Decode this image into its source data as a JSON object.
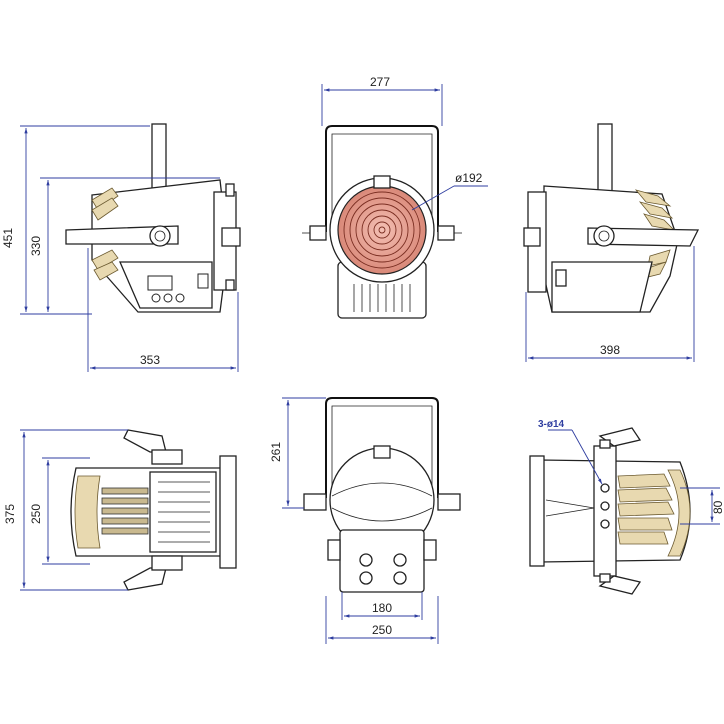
{
  "views": {
    "side_left": {
      "height_total": "451",
      "height_body": "330",
      "length": "353"
    },
    "front": {
      "width_yoke": "277",
      "lens_diameter": "ø192"
    },
    "side_right": {
      "length": "398"
    },
    "top": {
      "depth": "375",
      "depth_inner": "250"
    },
    "rear": {
      "height": "261",
      "width_outer": "250",
      "width_inner": "180"
    },
    "yoke_detail": {
      "holes": "3-ø14",
      "hole_spacing": "80"
    }
  },
  "colors": {
    "dimension": "#2f3ea0",
    "fresnel_lens": "#e8a090",
    "fins": "#e8d9b0"
  }
}
